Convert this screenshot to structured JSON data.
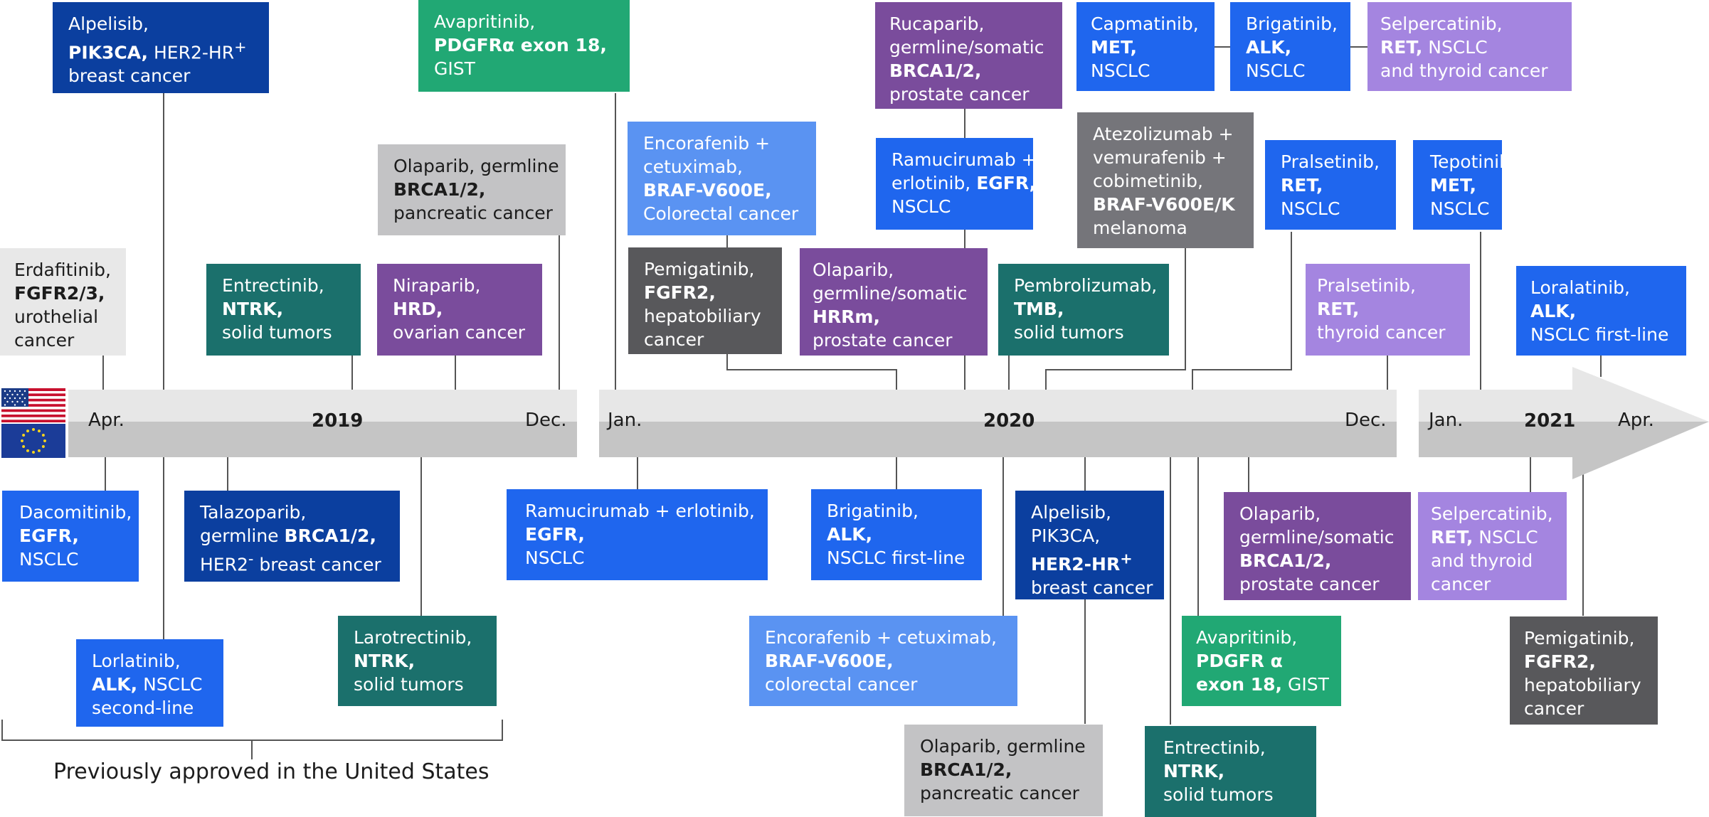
{
  "colors": {
    "navy": "#0b3f9f",
    "blue": "#1f66ee",
    "light_blue": "#5a93f2",
    "green": "#21a874",
    "teal": "#1b706c",
    "purple": "#7a4c9c",
    "lavender": "#a485e0",
    "dark_gray": "#58585b",
    "gray": "#75757a",
    "light_gray": "#c3c3c5",
    "pale_gray": "#e8e8e8"
  },
  "flags": {
    "us": "us-flag-icon",
    "eu": "eu-flag-icon"
  },
  "timeline": {
    "year_2019": "2019",
    "year_2020": "2020",
    "year_2021": "2021",
    "apr_2019": "Apr.",
    "dec_2019": "Dec.",
    "jan_2020": "Jan.",
    "dec_2020": "Dec.",
    "jan_2021": "Jan.",
    "apr_2021": "Apr."
  },
  "footer": {
    "label": "Previously approved in the United States"
  },
  "us_approvals": [
    {
      "lines": [
        "Alpelisib,",
        "<b>PIK3CA,</b> HER2-HR<sup>+</sup>",
        "breast cancer"
      ]
    },
    {
      "lines": [
        "Avapritinib,",
        "<b>PDGFRα exon 18,</b>",
        "GIST"
      ]
    },
    {
      "lines": [
        "Olaparib, germline",
        "<b>BRCA1/2,</b>",
        "pancreatic cancer"
      ]
    },
    {
      "lines": [
        "Erdafitinib,",
        "<b>FGFR2/3,</b>",
        "urothelial",
        "cancer"
      ]
    },
    {
      "lines": [
        "Entrectinib,",
        "<b>NTRK,</b>",
        "solid tumors"
      ]
    },
    {
      "lines": [
        "Niraparib,",
        "<b>HRD,</b>",
        "ovarian cancer"
      ]
    },
    {
      "lines": [
        "Encorafenib +",
        "cetuximab,",
        "<b>BRAF-V600E,</b>",
        "Colorectal cancer"
      ]
    },
    {
      "lines": [
        "Pemigatinib,",
        "<b>FGFR2,</b>",
        "hepatobiliary",
        "cancer"
      ]
    },
    {
      "lines": [
        "Rucaparib,",
        "germline/somatic",
        "<b>BRCA1/2,</b>",
        "prostate cancer"
      ]
    },
    {
      "lines": [
        "Ramucirumab +",
        "erlotinib, <b>EGFR,</b>",
        "NSCLC"
      ]
    },
    {
      "lines": [
        "Olaparib,",
        "germline/somatic",
        "<b>HRRm,</b>",
        "prostate cancer"
      ]
    },
    {
      "lines": [
        "Capmatinib,",
        "<b>MET,</b>",
        "NSCLC"
      ]
    },
    {
      "lines": [
        "Atezolizumab +",
        "vemurafenib +",
        "cobimetinib,",
        "<b>BRAF-V600E/K</b>",
        "melanoma"
      ]
    },
    {
      "lines": [
        "Pembrolizumab,",
        "<b>TMB,</b>",
        "solid tumors"
      ]
    },
    {
      "lines": [
        "Brigatinib,",
        "<b>ALK,</b>",
        "NSCLC"
      ]
    },
    {
      "lines": [
        "Selpercatinib,",
        "<b>RET,</b> NSCLC",
        "and thyroid cancer"
      ]
    },
    {
      "lines": [
        "Pralsetinib,",
        "<b>RET,</b>",
        "NSCLC"
      ]
    },
    {
      "lines": [
        "Pralsetinib,",
        "<b>RET,</b>",
        "thyroid cancer"
      ]
    },
    {
      "lines": [
        "Tepotinib,",
        "<b>MET,</b>",
        "NSCLC"
      ]
    },
    {
      "lines": [
        "Loralatinib,",
        "<b>ALK,</b>",
        "NSCLC first-line"
      ]
    }
  ],
  "eu_approvals": [
    {
      "lines": [
        "Dacomitinib,",
        "<b>EGFR,</b>",
        "NSCLC"
      ]
    },
    {
      "lines": [
        "Talazoparib,",
        "germline <b>BRCA1/2,</b>",
        "HER2<sup>-</sup> breast cancer"
      ]
    },
    {
      "lines": [
        "Lorlatinib,",
        "<b>ALK,</b> NSCLC",
        "second-line"
      ]
    },
    {
      "lines": [
        "Larotrectinib,",
        "<b>NTRK,</b>",
        "solid tumors"
      ]
    },
    {
      "lines": [
        "Ramucirumab + erlotinib,",
        "<b>EGFR,</b>",
        "NSCLC"
      ]
    },
    {
      "lines": [
        "Brigatinib,",
        "<b>ALK,</b>",
        "NSCLC first-line"
      ]
    },
    {
      "lines": [
        "Encorafenib + cetuximab,",
        "<b>BRAF-V600E,</b>",
        "colorectal cancer"
      ]
    },
    {
      "lines": [
        "Alpelisib,",
        "PIK3CA,",
        "<b>HER2-HR<sup>+</sup></b>",
        "breast cancer"
      ]
    },
    {
      "lines": [
        "Olaparib, germline",
        "<b>BRCA1/2,</b>",
        "pancreatic cancer"
      ]
    },
    {
      "lines": [
        "Entrectinib,",
        "<b>NTRK,</b>",
        "solid tumors"
      ]
    },
    {
      "lines": [
        "Avapritinib,",
        "<b>PDGFR α</b>",
        "<b>exon 18,</b> GIST"
      ]
    },
    {
      "lines": [
        "Olaparib,",
        "germline/somatic",
        "<b>BRCA1/2,</b>",
        "prostate cancer"
      ]
    },
    {
      "lines": [
        "Selpercatinib,",
        "<b>RET,</b> NSCLC",
        "and thyroid",
        "cancer"
      ]
    },
    {
      "lines": [
        "Pemigatinib,",
        "<b>FGFR2,</b>",
        "hepatobiliary",
        "cancer"
      ]
    }
  ]
}
